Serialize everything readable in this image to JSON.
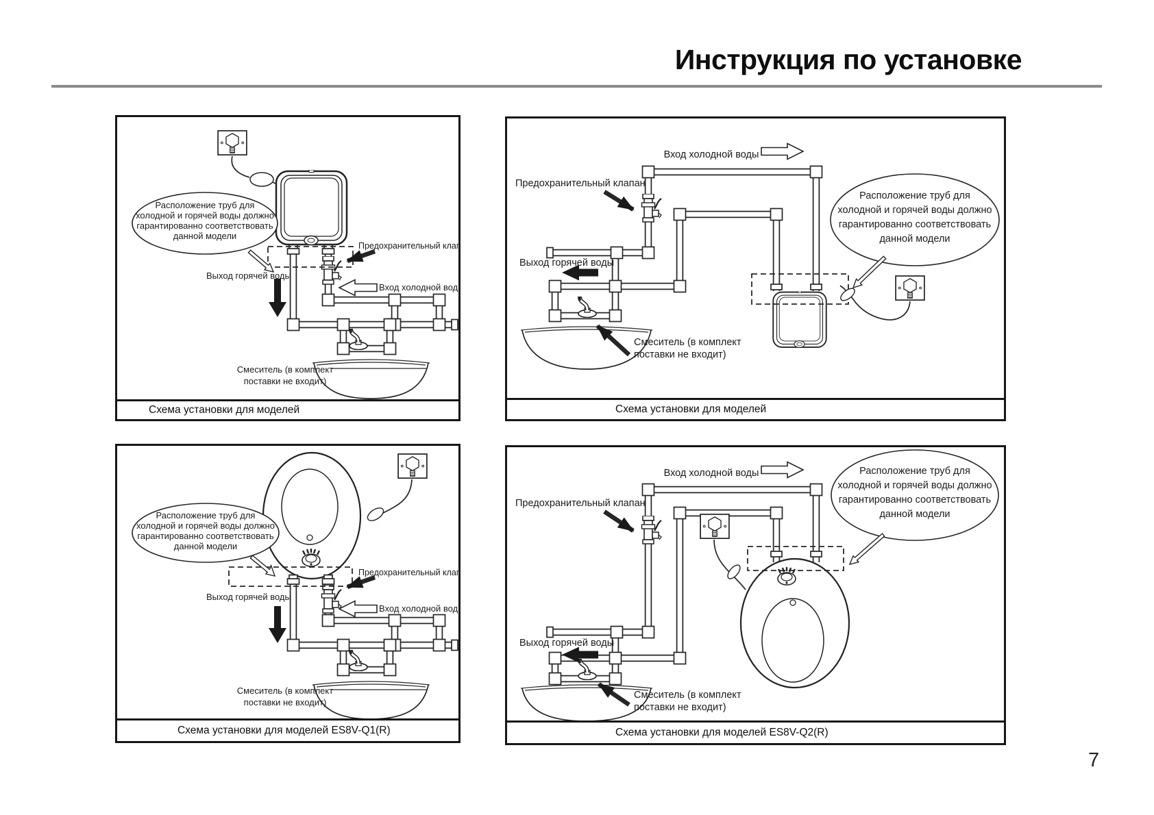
{
  "page": {
    "title": "Инструкция по установке",
    "number": "7"
  },
  "diagram_labels": {
    "cold_water_inlet": "Вход холодной воды",
    "hot_water_outlet": "Выход горячей воды",
    "safety_valve": "Предохранительный клапан",
    "mixer_note_line1": "Смеситель (в комплект",
    "mixer_note_line2": "поставки не входит)",
    "pipe_note_line1": "Расположение труб для",
    "pipe_note_line2": "холодной и горячей воды должно",
    "pipe_note_line3": "гарантированно соответствовать",
    "pipe_note_line4": "данной модели"
  },
  "panels": {
    "top_left": {
      "caption": "Схема установки для моделей"
    },
    "top_right": {
      "caption": "Схема установки для моделей"
    },
    "bottom_left": {
      "caption": "Схема установки для моделей ES8V-Q1(R)"
    },
    "bottom_right": {
      "caption": "Схема установки для моделей ES8V-Q2(R)"
    }
  }
}
